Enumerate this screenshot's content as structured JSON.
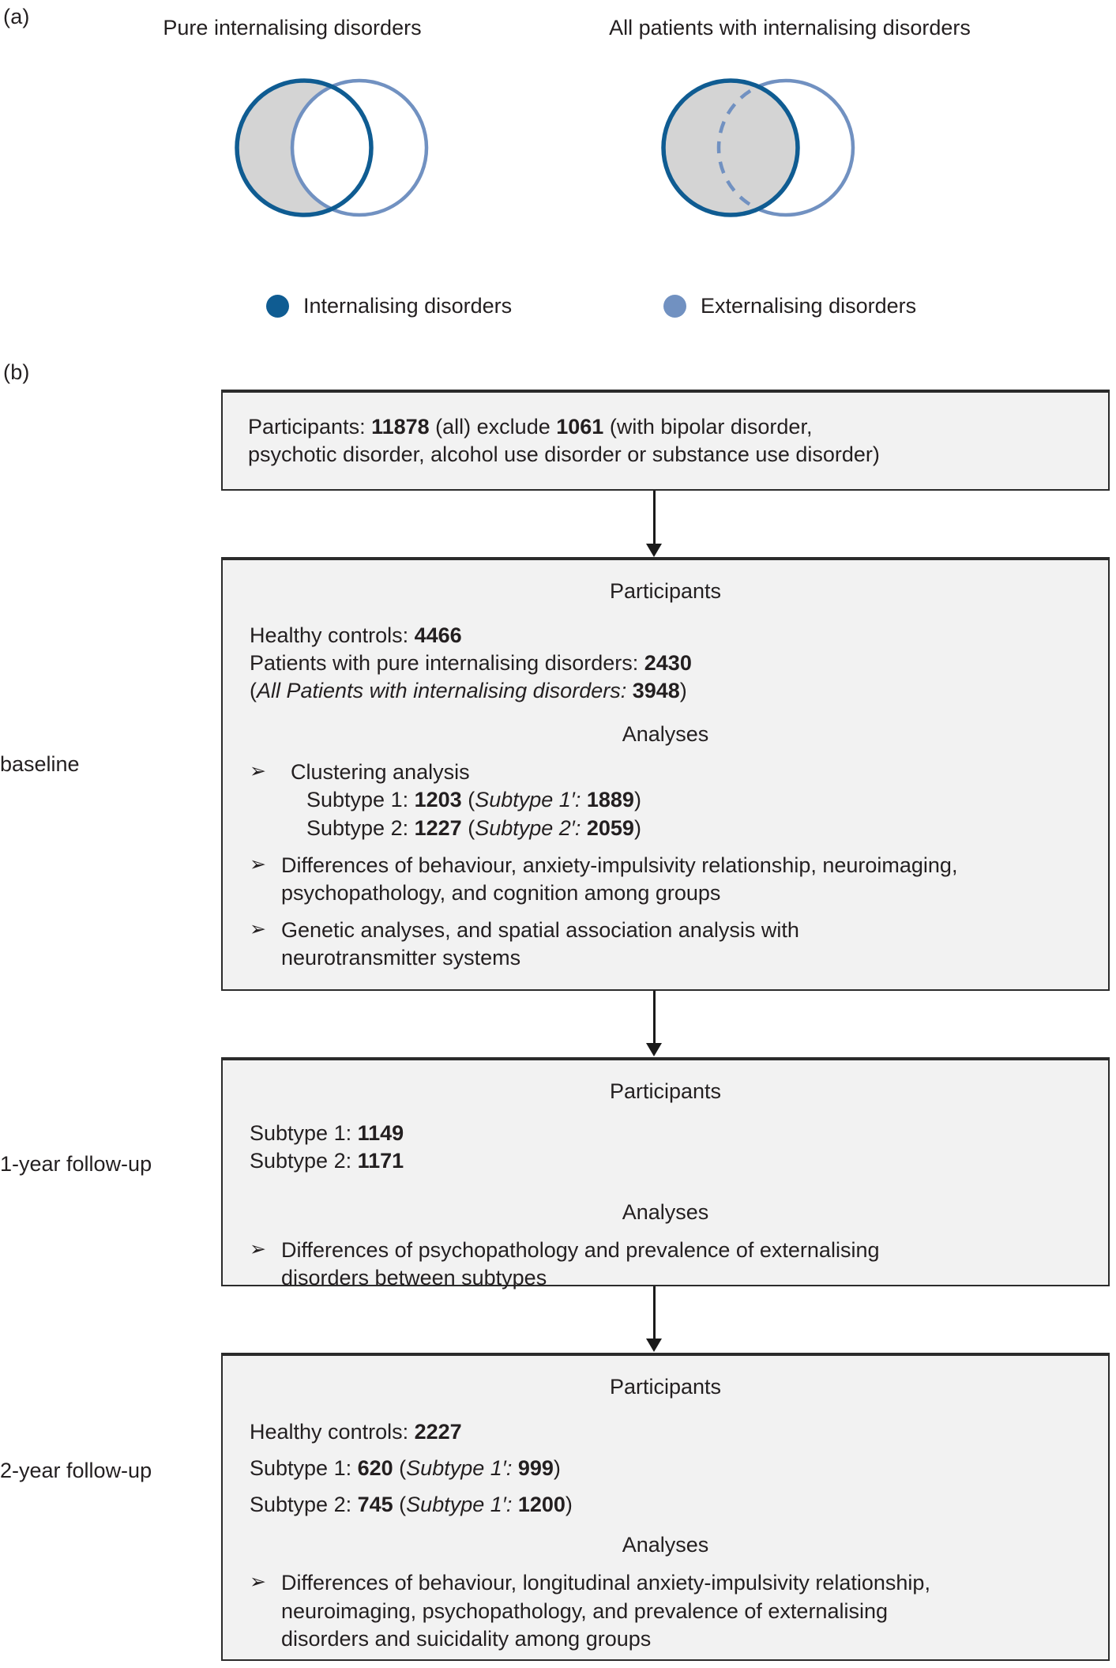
{
  "panels": {
    "a_letter": "(a)",
    "b_letter": "(b)"
  },
  "venn": {
    "left": {
      "title": "Pure internalising disorders",
      "shaded_region": "left-circle-only",
      "dashed_overlap_arc": false
    },
    "right": {
      "title": "All patients with internalising disorders",
      "shaded_region": "entire-left-circle",
      "dashed_overlap_arc": true
    },
    "legend": [
      {
        "label": "Internalising disorders",
        "color": "#0f5c92"
      },
      {
        "label": "Externalising disorders",
        "color": "#7191c1"
      }
    ]
  },
  "colors": {
    "dark_blue": "#0f5c92",
    "light_blue": "#7191c1",
    "venn_fill": "#d4d4d4",
    "box_fill": "#f2f2f2",
    "box_border": "#2b2b2b",
    "arrow": "#1a1a1a",
    "text": "#231f20"
  },
  "flow": {
    "stage_labels": {
      "baseline": "baseline",
      "year1": "1-year follow-up",
      "year2": "2-year follow-up"
    },
    "headings": {
      "participants": "Participants",
      "analyses": "Analyses"
    },
    "bullet_glyph": "➢",
    "box_exclusion": {
      "line1_pre": "Participants: ",
      "line1_n_all": "11878",
      "line1_mid": " (all) exclude ",
      "line1_n_excl": "1061",
      "line1_post": " (with bipolar disorder,",
      "line2": "psychotic disorder, alcohol use disorder or substance use disorder)"
    },
    "box_baseline": {
      "participants": [
        {
          "label": "Healthy controls: ",
          "value": "4466"
        },
        {
          "label": "Patients with pure internalising disorders: ",
          "value": "2430"
        }
      ],
      "participants_italic_line": {
        "open": "(",
        "italic": "All Patients with internalising disorders: ",
        "value": "3948",
        "close": ")"
      },
      "analyses": [
        {
          "text": "Clustering analysis",
          "sublines": [
            {
              "label": "Subtype 1: ",
              "value": "1203",
              "paren_italic": "Subtype 1′: ",
              "paren_value": "1889"
            },
            {
              "label": "Subtype 2: ",
              "value": "1227",
              "paren_italic": "Subtype 2′: ",
              "paren_value": "2059"
            }
          ]
        },
        {
          "text": "Differences of behaviour, anxiety-impulsivity relationship, neuroimaging, psychopathology, and cognition among groups",
          "sublines": []
        },
        {
          "text": "Genetic analyses, and spatial association analysis with neurotransmitter systems",
          "sublines": []
        }
      ]
    },
    "box_year1": {
      "participants": [
        {
          "label": "Subtype 1: ",
          "value": "1149"
        },
        {
          "label": "Subtype 2: ",
          "value": "1171"
        }
      ],
      "analyses": [
        {
          "text": "Differences of psychopathology and prevalence of externalising disorders between subtypes"
        }
      ]
    },
    "box_year2": {
      "participants": [
        {
          "label": "Healthy controls: ",
          "value": "2227"
        }
      ],
      "participants_paren": [
        {
          "label": "Subtype 1: ",
          "value": "620",
          "paren_italic": "Subtype 1′: ",
          "paren_value": "999"
        },
        {
          "label": "Subtype 2: ",
          "value": "745",
          "paren_italic": "Subtype 1′: ",
          "paren_value": "1200"
        }
      ],
      "analyses": [
        {
          "text": "Differences of behaviour, longitudinal anxiety-impulsivity relationship, neuroimaging, psychopathology, and prevalence of externalising disorders and suicidality among groups"
        }
      ]
    }
  }
}
